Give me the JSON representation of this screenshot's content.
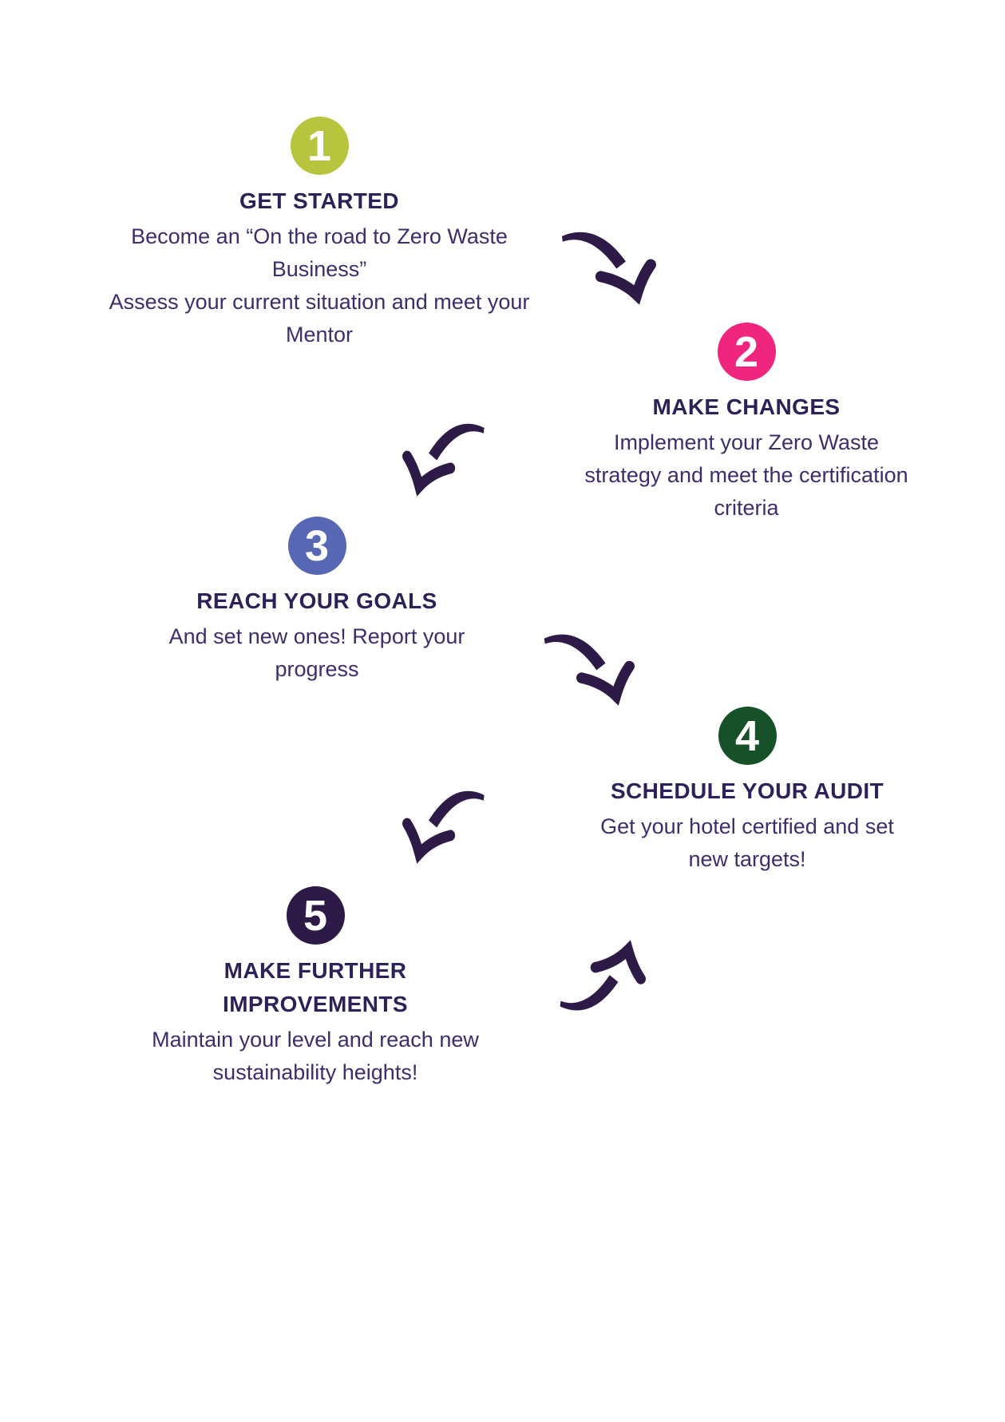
{
  "colors": {
    "background": "#ffffff",
    "heading_text": "#2e2157",
    "body_text": "#3f2d6b",
    "arrow": "#2e1a47",
    "badge_number_text": "#ffffff"
  },
  "steps": [
    {
      "number": "1",
      "color": "#b7c53e",
      "title_lines": [
        "GET STARTED"
      ],
      "body_lines": [
        "Become an “On the road to Zero Waste",
        "Business”",
        "Assess your current situation and meet your",
        "Mentor"
      ]
    },
    {
      "number": "2",
      "color": "#f0267e",
      "title_lines": [
        "MAKE CHANGES"
      ],
      "body_lines": [
        "Implement your Zero Waste",
        "strategy and meet the certification",
        "criteria"
      ]
    },
    {
      "number": "3",
      "color": "#5767b4",
      "title_lines": [
        "REACH YOUR GOALS"
      ],
      "body_lines": [
        "And set new ones! Report your",
        "progress"
      ]
    },
    {
      "number": "4",
      "color": "#175129",
      "title_lines": [
        "SCHEDULE YOUR AUDIT"
      ],
      "body_lines": [
        "Get your hotel certified and set",
        "new targets!"
      ]
    },
    {
      "number": "5",
      "color": "#2e1a47",
      "title_lines": [
        "MAKE FURTHER",
        "IMPROVEMENTS"
      ],
      "body_lines": [
        "Maintain your level and reach new",
        "sustainability heights!"
      ]
    }
  ],
  "arrows": [
    {
      "name": "curved-arrow-step1-to-step2",
      "direction": "down-right"
    },
    {
      "name": "curved-arrow-step2-to-step3",
      "direction": "down-left"
    },
    {
      "name": "curved-arrow-step3-to-step4",
      "direction": "down-right"
    },
    {
      "name": "curved-arrow-step4-to-step5",
      "direction": "down-left"
    },
    {
      "name": "curved-arrow-step5-upward",
      "direction": "up-right"
    }
  ]
}
